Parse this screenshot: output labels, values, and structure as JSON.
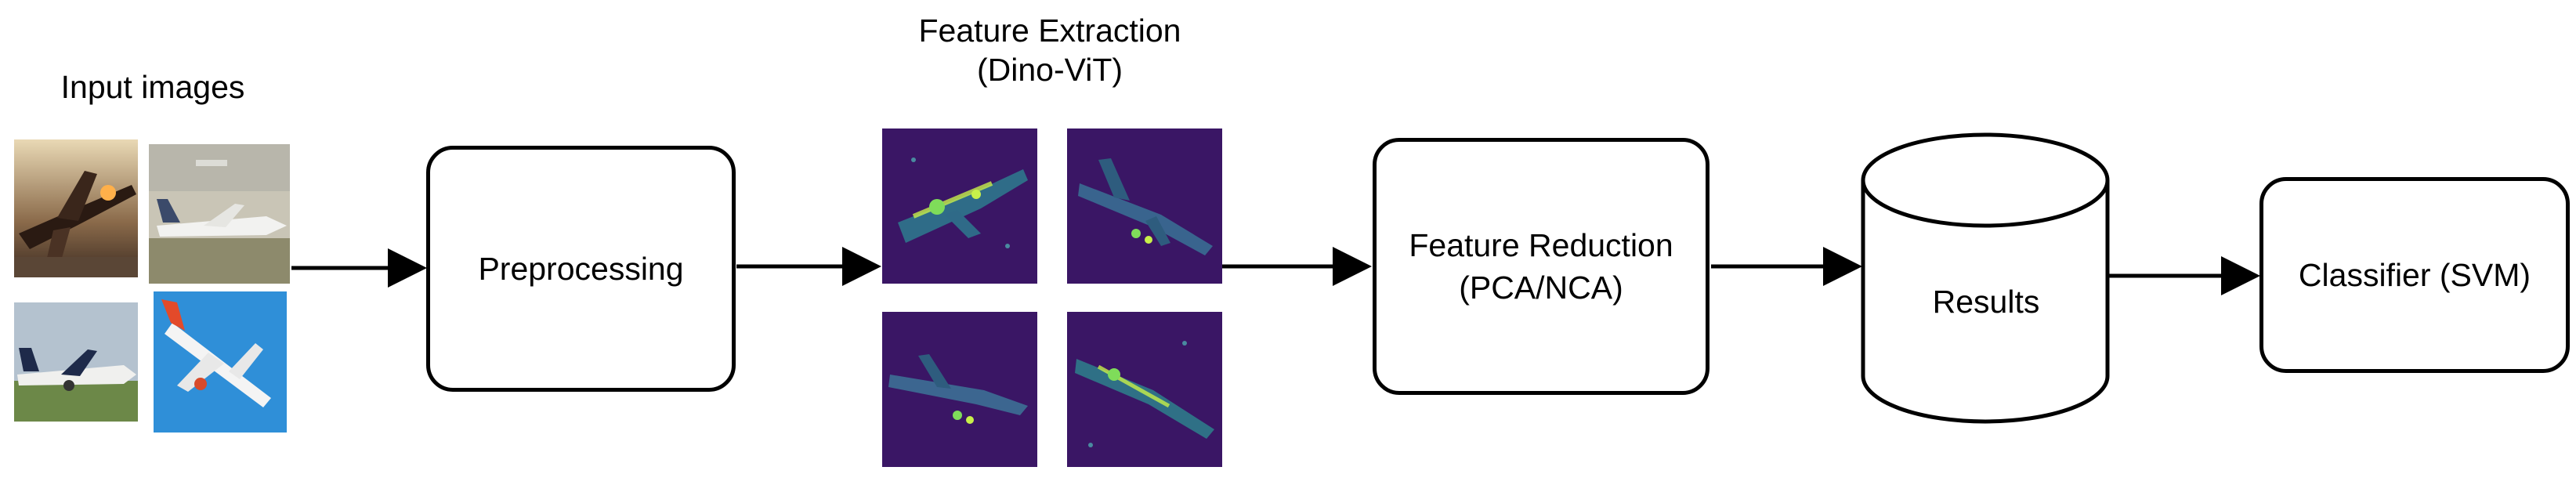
{
  "input": {
    "label": "Input images"
  },
  "preprocessing": {
    "label": "Preprocessing"
  },
  "feature_extraction": {
    "title_line1": "Feature Extraction",
    "title_line2": "(Dino-ViT)"
  },
  "feature_reduction": {
    "line1": "Feature Reduction",
    "line2": "(PCA/NCA)"
  },
  "results": {
    "label": "Results"
  },
  "classifier": {
    "label": "Classifier (SVM)"
  },
  "colors": {
    "stroke": "#000000",
    "feature_bg": "#3a1665",
    "feature_hot": "#c8f04a",
    "sky": "#2f8fd8"
  }
}
